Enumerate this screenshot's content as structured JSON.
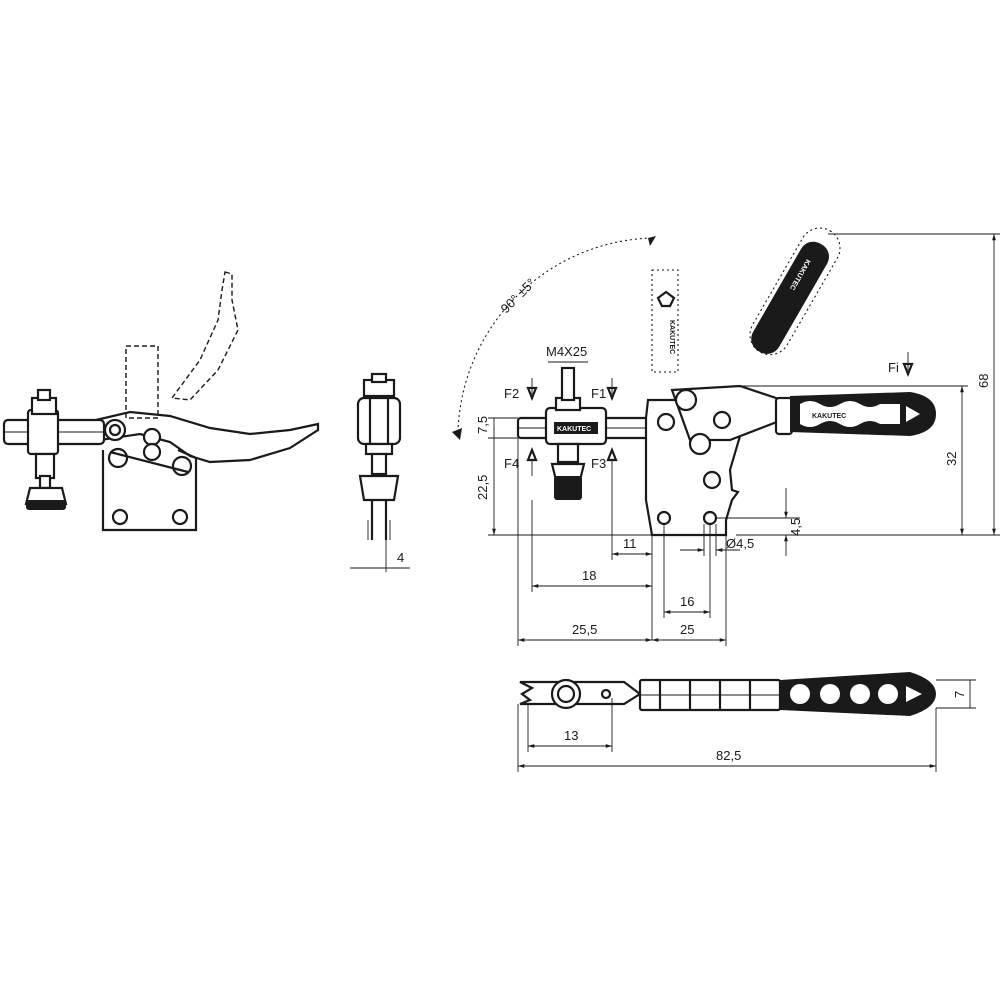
{
  "labels": {
    "angle": "90° ±5°",
    "screw": "M4X25",
    "f1": "F1",
    "f2": "F2",
    "f3": "F3",
    "f4": "F4",
    "fi": "Fi",
    "brand": "KAKUTEC"
  },
  "dimensions": {
    "d68": "68",
    "d32": "32",
    "d7_5": "7,5",
    "d22_5": "22,5",
    "d4_5": "4,5",
    "dia4_5": "Ø4,5",
    "d11": "11",
    "d18": "18",
    "d16": "16",
    "d25_5": "25,5",
    "d25": "25",
    "d4": "4",
    "d13": "13",
    "d82_5": "82,5",
    "d7": "7"
  }
}
